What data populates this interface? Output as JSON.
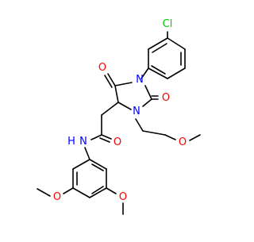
{
  "molecule": {
    "atom_labels": {
      "cl": "Cl",
      "n1": "N",
      "n3": "N",
      "o_c2": "O",
      "o_c5": "O",
      "o_amide": "O",
      "nh": "N",
      "h": "H",
      "o_ether": "O",
      "o_ome1": "O",
      "o_ome2": "O"
    },
    "colors": {
      "bond": "#000000",
      "oxygen": "#ff0000",
      "nitrogen": "#0000ff",
      "chlorine": "#00cc00"
    }
  }
}
